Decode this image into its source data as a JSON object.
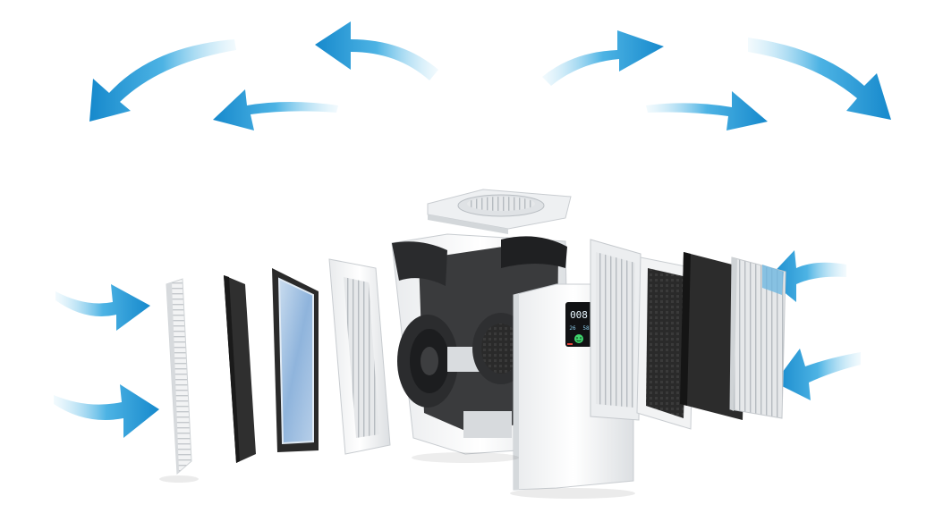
{
  "colors": {
    "airflow_arrow": "#1c96d6",
    "airflow_arrow_light": "#8fd0ef",
    "housing_white": "#f4f5f6",
    "housing_shadow": "#d8dcdf",
    "carbon_filter": "#2b2b2b",
    "hepa_media": "#9fc0e0",
    "motor_dark": "#1e1f21",
    "display_green": "#3fd36b",
    "display_red": "#e4443a"
  },
  "display": {
    "main_reading": "008",
    "left_reading": "26",
    "right_reading": "58"
  },
  "icons": {
    "airflow_in": "arrow-in-icon",
    "airflow_out": "arrow-out-icon",
    "face": "smiley-icon"
  }
}
